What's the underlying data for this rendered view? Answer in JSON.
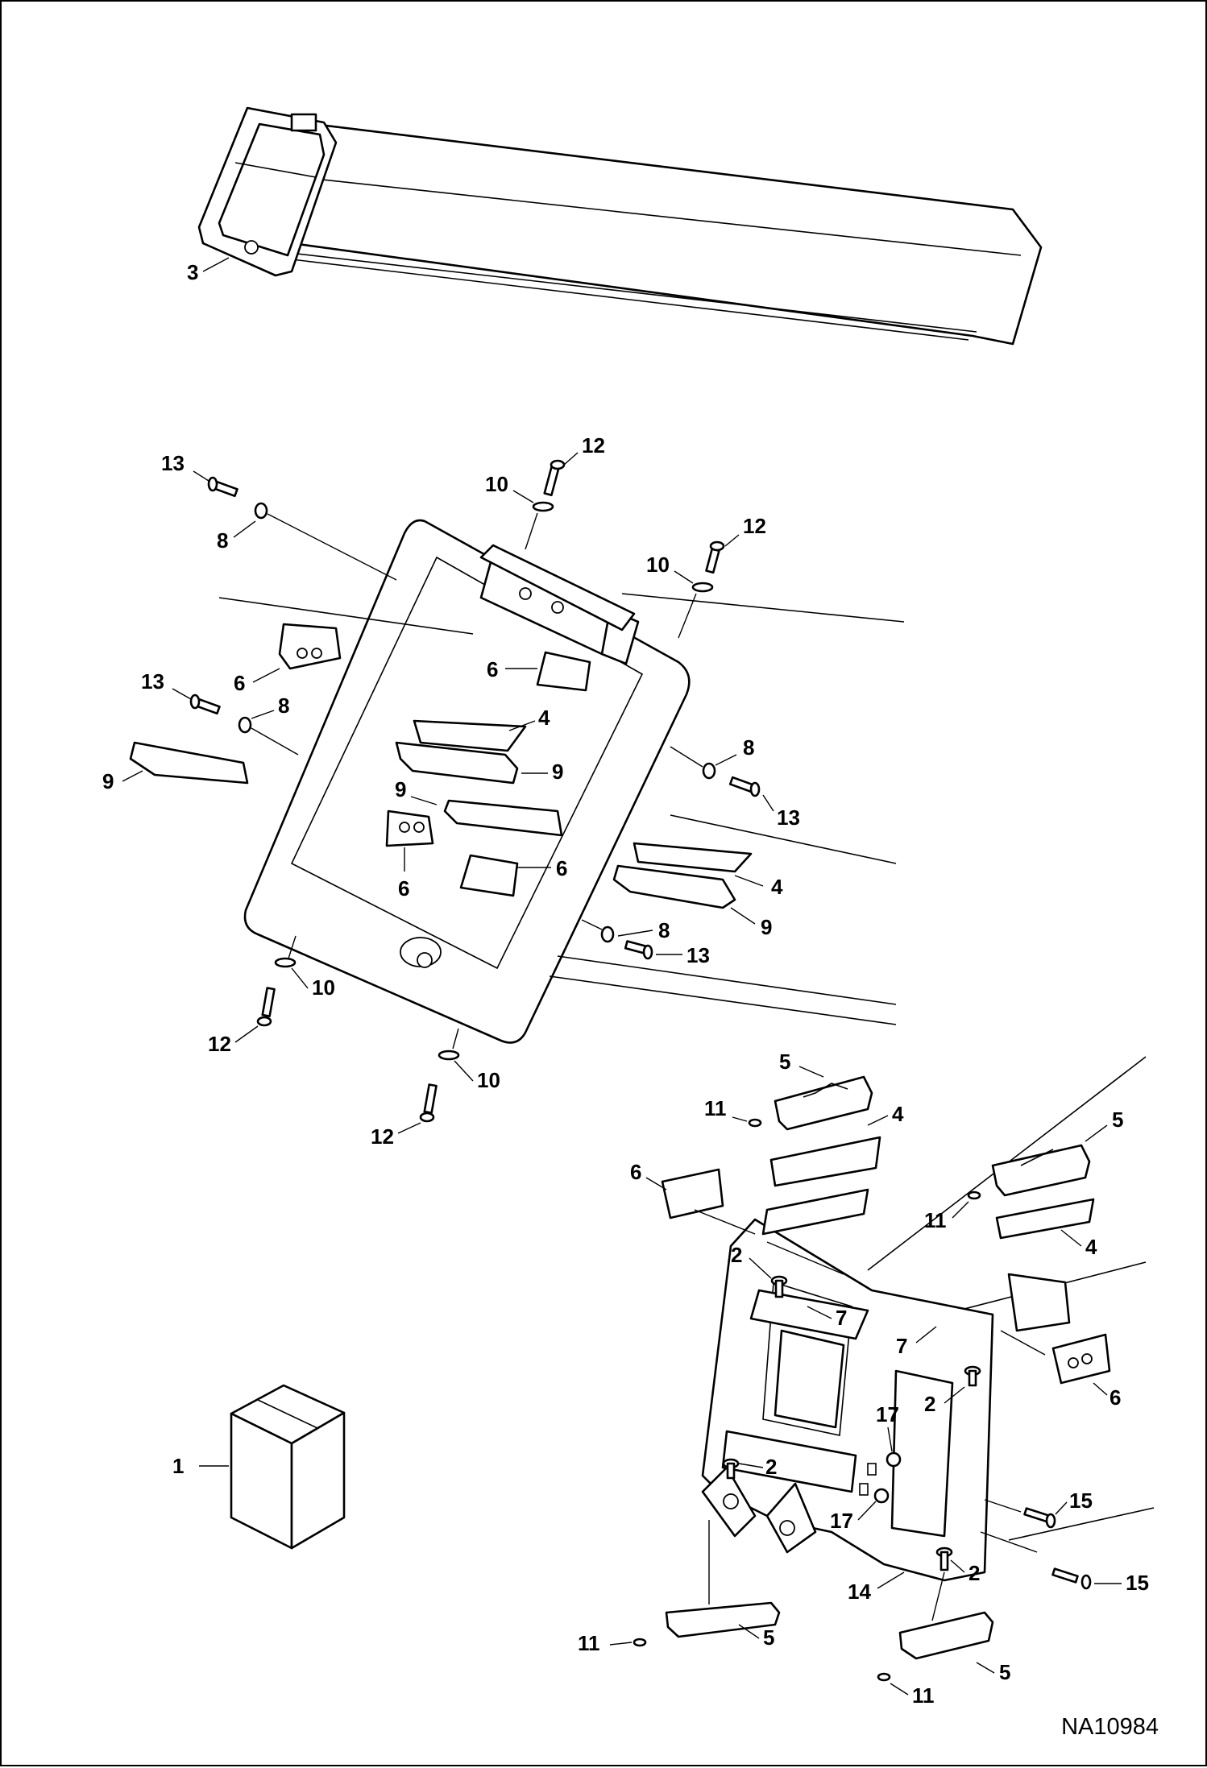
{
  "drawing_code": "NA10984",
  "callouts": [
    "1",
    "2",
    "2",
    "2",
    "2",
    "3",
    "4",
    "4",
    "4",
    "4",
    "5",
    "5",
    "5",
    "5",
    "6",
    "6",
    "6",
    "6",
    "6",
    "6",
    "7",
    "7",
    "8",
    "8",
    "8",
    "8",
    "9",
    "9",
    "9",
    "9",
    "10",
    "10",
    "10",
    "10",
    "11",
    "11",
    "11",
    "11",
    "12",
    "12",
    "12",
    "12",
    "13",
    "13",
    "13",
    "13",
    "14",
    "15",
    "15",
    "17",
    "17"
  ]
}
